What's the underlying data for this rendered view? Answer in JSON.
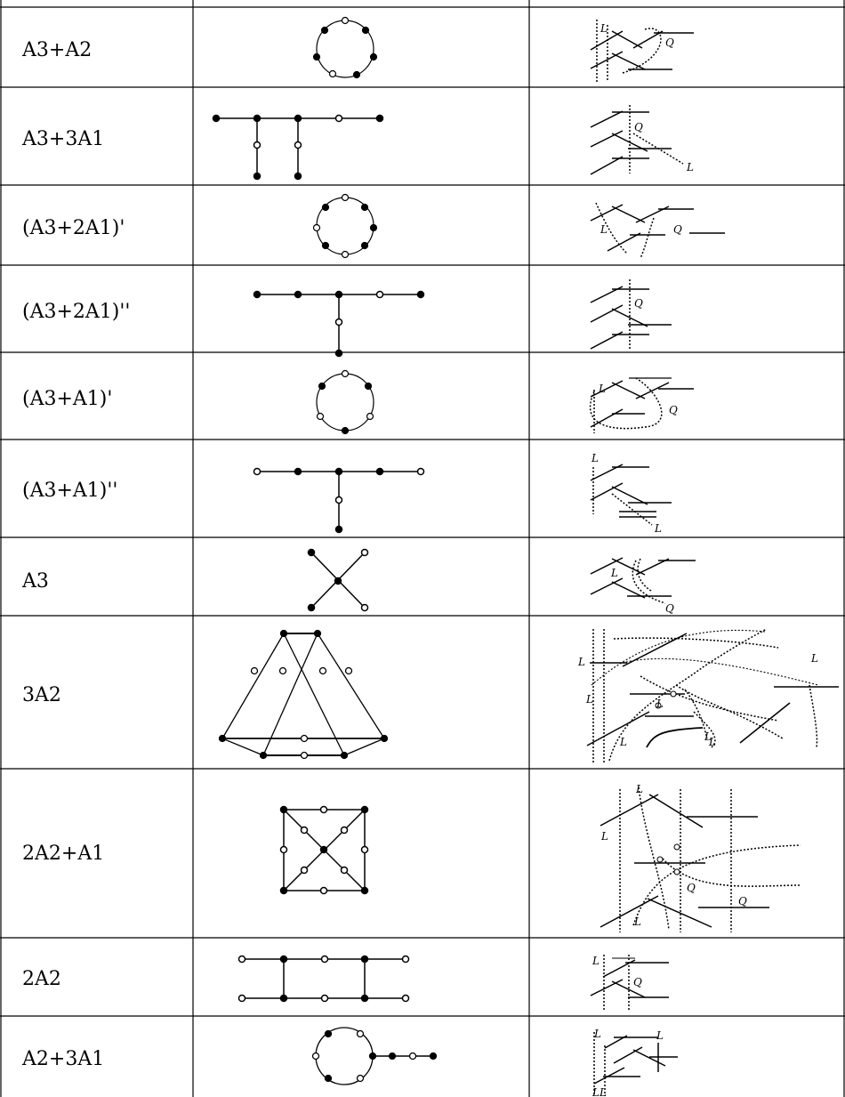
{
  "table": {
    "rows": [
      {
        "type": "A3+A2",
        "diagram": "cycle",
        "curve_labels": [
          "L",
          "Q"
        ]
      },
      {
        "type": "A3+3A1",
        "diagram": "tree-two-branches",
        "curve_labels": [
          "Q",
          "L"
        ]
      },
      {
        "type": "(A3+2A1)'",
        "diagram": "cycle",
        "curve_labels": [
          "L",
          "Q"
        ]
      },
      {
        "type": "(A3+2A1)''",
        "diagram": "t-shape",
        "curve_labels": [
          "Q"
        ]
      },
      {
        "type": "(A3+A1)'",
        "diagram": "cycle",
        "curve_labels": [
          "L",
          "Q"
        ]
      },
      {
        "type": "(A3+A1)''",
        "diagram": "t-shape",
        "curve_labels": [
          "L",
          "L"
        ]
      },
      {
        "type": "A3",
        "diagram": "cross",
        "curve_labels": [
          "L",
          "Q"
        ]
      },
      {
        "type": "3A2",
        "diagram": "trapezoid-graph",
        "curve_labels": [
          "L",
          "L",
          "L",
          "L",
          "L",
          "L",
          "L"
        ]
      },
      {
        "type": "2A2+A1",
        "diagram": "square-with-diagonals",
        "curve_labels": [
          "L",
          "L",
          "Q",
          "L",
          "Q"
        ]
      },
      {
        "type": "2A2",
        "diagram": "ladder",
        "curve_labels": [
          "L",
          "Q"
        ]
      },
      {
        "type": "A2+3A1",
        "diagram": "cycle-with-tail",
        "curve_labels": [
          "L",
          "L",
          "LL"
        ]
      }
    ]
  }
}
